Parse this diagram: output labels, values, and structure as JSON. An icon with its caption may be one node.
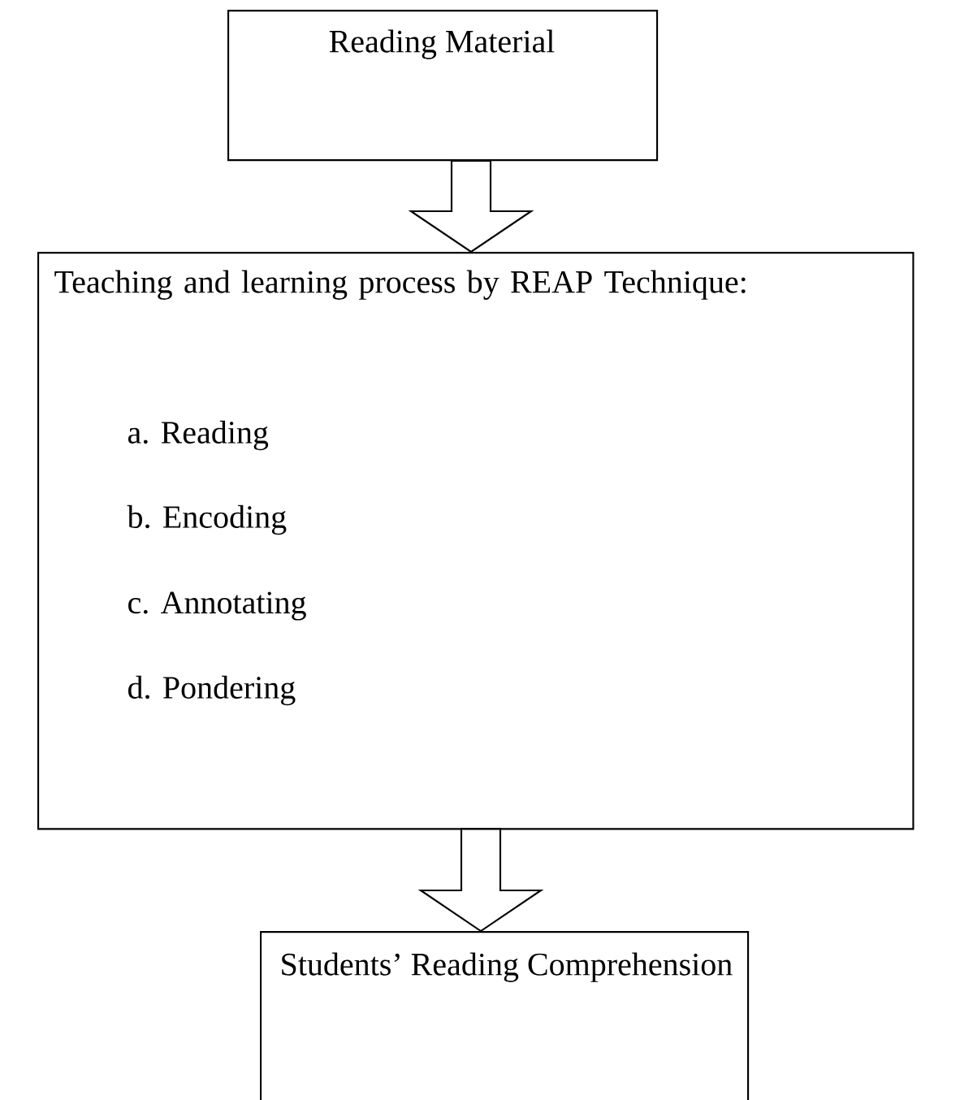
{
  "diagram": {
    "nodes": [
      {
        "text": [
          "Reading Material"
        ]
      },
      {
        "text": [
          "Teaching and learning process by REAP Technique:",
          "a. Reading",
          "b. Encoding",
          "c. Annotating",
          "d. Pondering"
        ]
      },
      {
        "text": [
          "Students’ Reading Comprehension"
        ]
      }
    ],
    "edges": [
      {
        "from": 0,
        "to": 1,
        "arrow": "to"
      },
      {
        "from": 1,
        "to": 2,
        "arrow": "to"
      }
    ]
  }
}
